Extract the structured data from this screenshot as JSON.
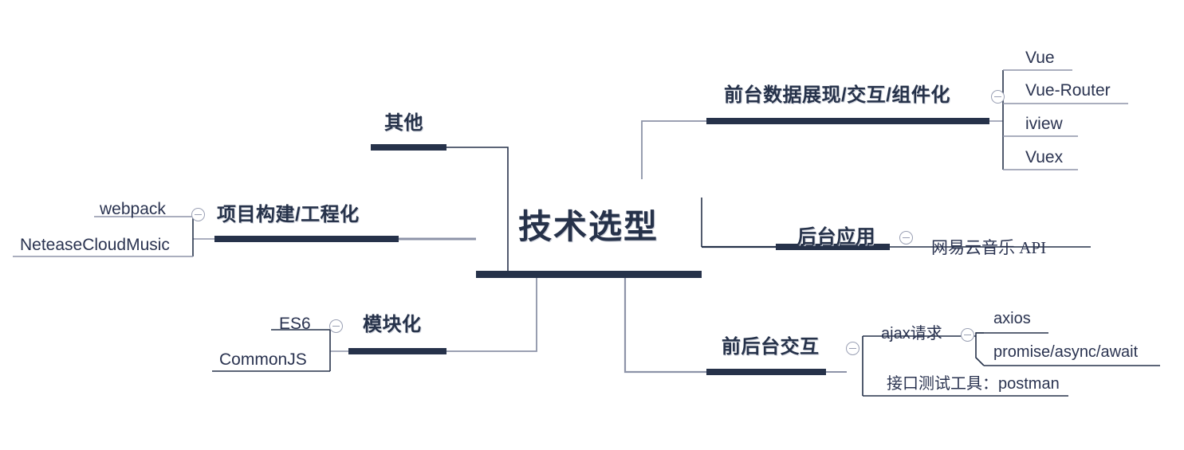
{
  "document": {
    "title": "技术选型",
    "type": "mindmap",
    "background": "#ffffff"
  },
  "colors": {
    "node_dark": "#26324a",
    "node_text": "#2a3350",
    "connector_dark": "#26324a",
    "connector_gray": "#8d93a8",
    "toggle_stroke": "#9aa0b4",
    "canvas": "#ffffff"
  },
  "root": {
    "label": "技术选型"
  },
  "branches": [
    {
      "id": "frontend-display",
      "label": "前台数据展现/交互/组件化",
      "collapse_icon": "minus-circle-icon",
      "side": "right",
      "children": [
        {
          "label": "Vue"
        },
        {
          "label": "Vue-Router"
        },
        {
          "label": "iview"
        },
        {
          "label": "Vuex"
        }
      ]
    },
    {
      "id": "other",
      "label": "其他",
      "side": "left",
      "children": []
    },
    {
      "id": "project-build",
      "label": "项目构建/工程化",
      "collapse_icon": "minus-circle-icon",
      "side": "left",
      "children": [
        {
          "label": "webpack"
        },
        {
          "label": "NeteaseCloudMusic"
        }
      ]
    },
    {
      "id": "backend-app",
      "label": "后台应用",
      "collapse_icon": "minus-circle-icon",
      "side": "right",
      "children": [
        {
          "label": "网易云音乐 API"
        }
      ]
    },
    {
      "id": "modularization",
      "label": "模块化",
      "collapse_icon": "minus-circle-icon",
      "side": "left",
      "children": [
        {
          "label": "ES6"
        },
        {
          "label": "CommonJS"
        }
      ]
    },
    {
      "id": "front-back-interaction",
      "label": "前后台交互",
      "collapse_icon": "minus-circle-icon",
      "side": "right",
      "children": [
        {
          "label": "ajax请求",
          "collapse_icon": "minus-circle-icon",
          "children": [
            {
              "label": "axios"
            },
            {
              "label": "promise/async/await"
            }
          ]
        },
        {
          "label": "接口测试工具：postman"
        }
      ]
    }
  ]
}
